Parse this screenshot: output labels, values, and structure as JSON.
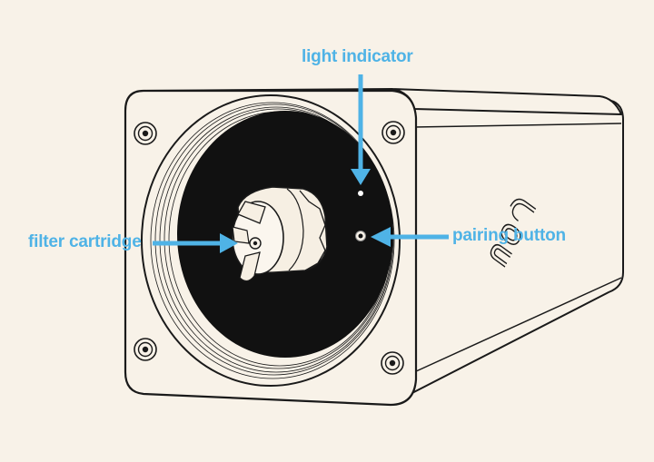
{
  "labels": {
    "light_indicator": "light indicator",
    "filter_cartridge": "filter cartridge",
    "pairing_button": "pairing button"
  },
  "brand_mark": "noa",
  "colors": {
    "background": "#f8f2e8",
    "device_body": "#f8f2e8",
    "outline": "#1a1a1a",
    "disc": "#111111",
    "cartridge": "#f6efe3",
    "callout": "#4fb3e6"
  }
}
